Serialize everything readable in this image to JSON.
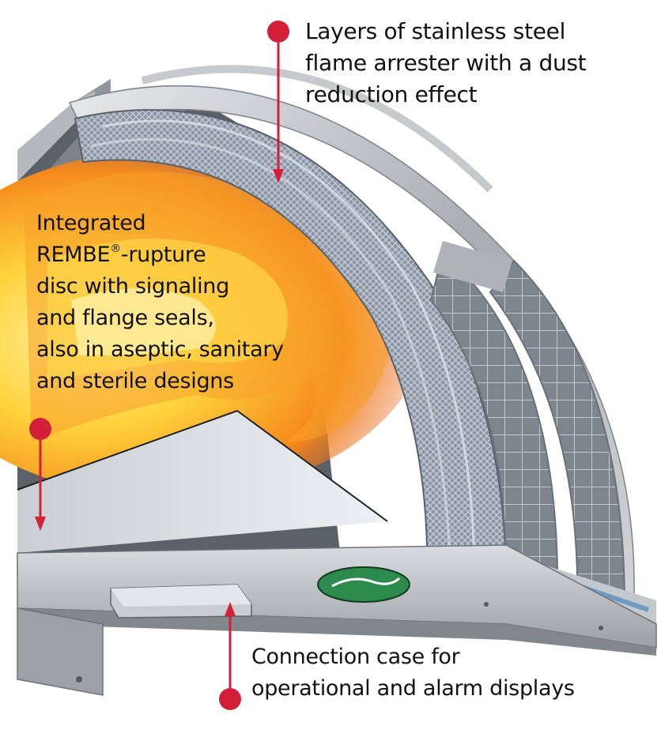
{
  "callouts": {
    "flame_arrester": {
      "lines": [
        "Layers of stainless steel",
        "flame arrester with a dust",
        "reduction effect"
      ]
    },
    "rupture_disc": {
      "line1": "Integrated",
      "line2_prefix": "REMBE",
      "line2_symbol": "®",
      "line2_suffix": "-rupture",
      "lines_rest": [
        "disc with signaling",
        "and flange seals,",
        "also in aseptic, sanitary",
        "and sterile designs"
      ]
    },
    "connection_case": {
      "lines": [
        "Connection case for",
        "operational and alarm displays"
      ]
    }
  },
  "colors": {
    "marker": "#d41f3a",
    "text": "#111111",
    "steel": "#b8bcc0",
    "flame": "#f28a1e",
    "logo": "#2c8a4c"
  }
}
